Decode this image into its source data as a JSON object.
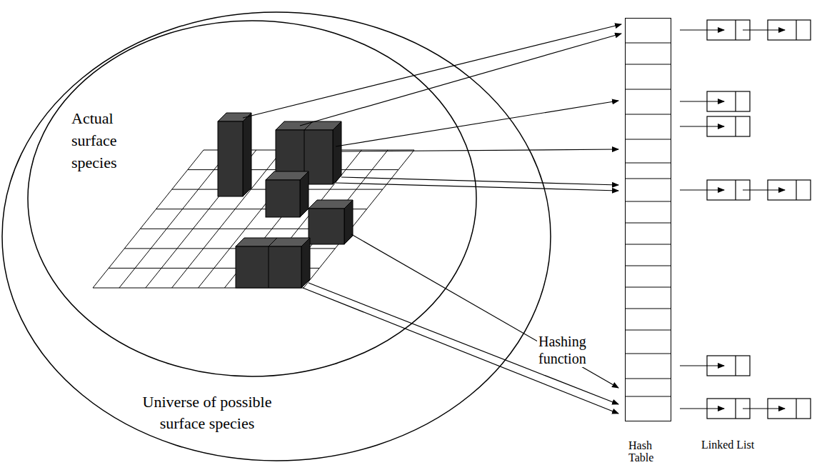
{
  "diagram": {
    "nodes": [
      {
        "text": [
          "Universe of possible surface species"
        ]
      },
      {
        "text": [
          "Actual surface species"
        ],
        "in": 0
      },
      {
        "text": [
          "Hash Table"
        ]
      }
    ],
    "labels": [
      "Hashing function",
      "Linked List"
    ]
  }
}
